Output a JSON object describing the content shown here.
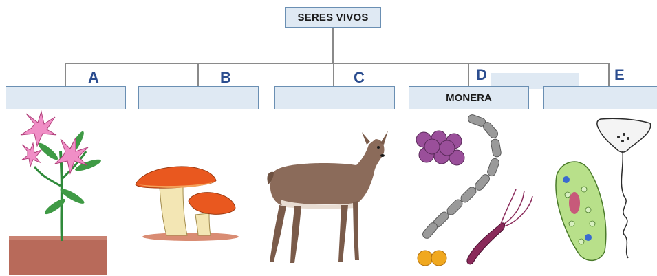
{
  "root": {
    "label": "SERES VIVOS"
  },
  "categories": [
    {
      "letter": "A",
      "label": ""
    },
    {
      "letter": "B",
      "label": ""
    },
    {
      "letter": "C",
      "label": ""
    },
    {
      "letter": "D",
      "label": "MONERA"
    },
    {
      "letter": "E",
      "label": ""
    }
  ],
  "colors": {
    "box_fill": "#dfe9f3",
    "box_border": "#6a8fb3",
    "letter": "#2b4d8f",
    "connector": "#8a8a8a"
  },
  "icons": [
    "lily-plant-icon",
    "mushroom-icon",
    "deer-icon",
    "bacteria-icon",
    "protozoa-icon"
  ]
}
